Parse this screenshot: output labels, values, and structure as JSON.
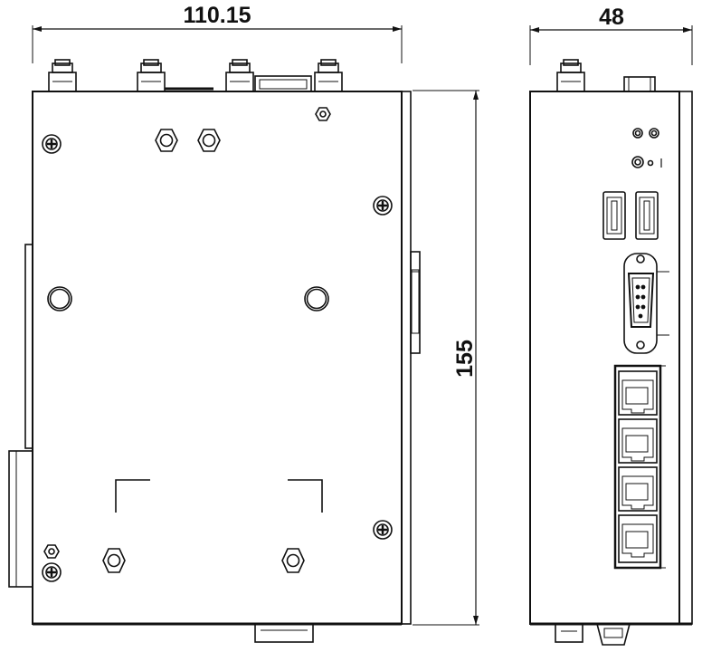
{
  "dimensions": {
    "width_label": "110.15",
    "height_label": "155",
    "depth_label": "48"
  }
}
